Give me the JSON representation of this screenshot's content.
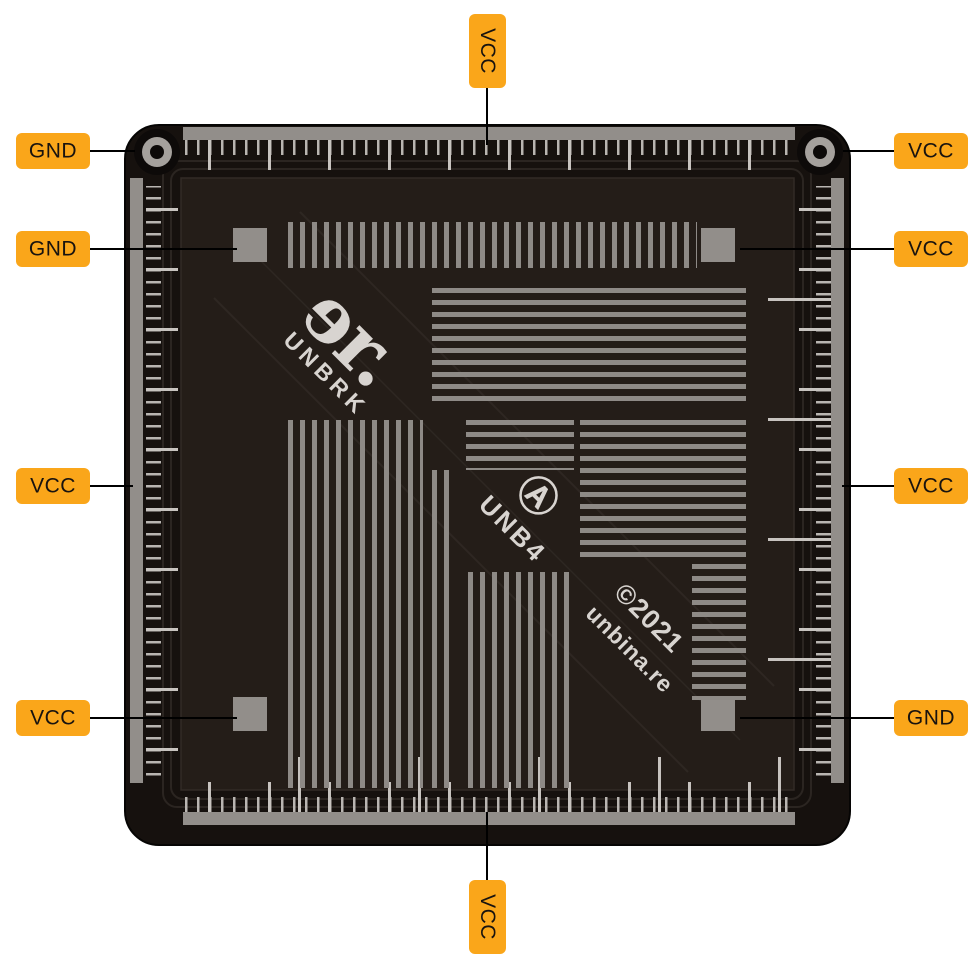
{
  "pins": {
    "top": "VCC",
    "bottom": "VCC",
    "left": [
      "GND",
      "GND",
      "VCC",
      "VCC"
    ],
    "right": [
      "VCC",
      "VCC",
      "VCC",
      "GND"
    ]
  },
  "silkscreen": {
    "logo": "ɘr.",
    "brand": "UNBRK",
    "anarchy_symbol": "Ⓐ",
    "part_number": "UNB4",
    "copyright": "©2021",
    "website": "unbina.re"
  },
  "colors": {
    "label_bg": "#FAA61A",
    "label_text": "#18130F",
    "silkscreen": "#D8D4D0",
    "copper": "#928E8A",
    "board": "#16110E"
  }
}
